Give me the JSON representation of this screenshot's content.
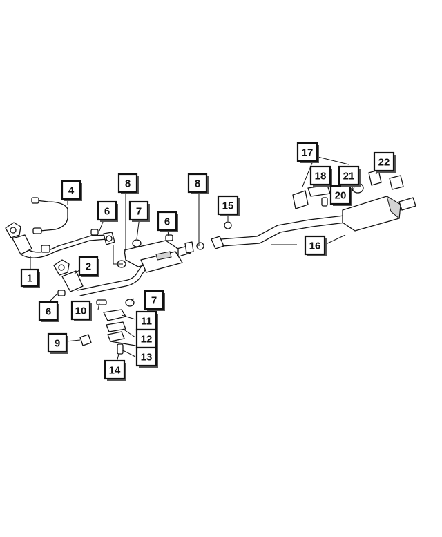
{
  "callouts": [
    {
      "id": "1",
      "label": "1"
    },
    {
      "id": "2",
      "label": "2"
    },
    {
      "id": "4",
      "label": "4"
    },
    {
      "id": "6a",
      "label": "6"
    },
    {
      "id": "6b",
      "label": "6"
    },
    {
      "id": "6c",
      "label": "6"
    },
    {
      "id": "7a",
      "label": "7"
    },
    {
      "id": "7b",
      "label": "7"
    },
    {
      "id": "8a",
      "label": "8"
    },
    {
      "id": "8b",
      "label": "8"
    },
    {
      "id": "9",
      "label": "9"
    },
    {
      "id": "10",
      "label": "10"
    },
    {
      "id": "11",
      "label": "11"
    },
    {
      "id": "12",
      "label": "12"
    },
    {
      "id": "13",
      "label": "13"
    },
    {
      "id": "14",
      "label": "14"
    },
    {
      "id": "15",
      "label": "15"
    },
    {
      "id": "16",
      "label": "16"
    },
    {
      "id": "17",
      "label": "17"
    },
    {
      "id": "18",
      "label": "18"
    },
    {
      "id": "20",
      "label": "20"
    },
    {
      "id": "21",
      "label": "21"
    },
    {
      "id": "22",
      "label": "22"
    }
  ]
}
